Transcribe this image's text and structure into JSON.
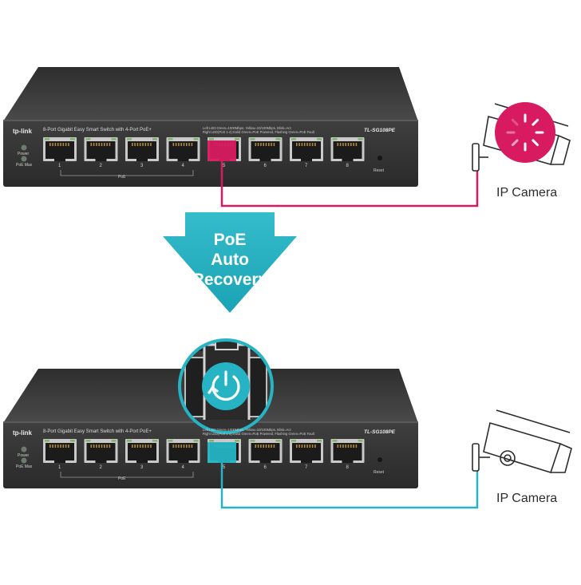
{
  "colors": {
    "accent_magenta": "#d81b60",
    "accent_teal": "#26b4c4",
    "switch_body": "#3b3b3b"
  },
  "arrow": {
    "line1": "PoE",
    "line2": "Auto",
    "line3": "Recovery"
  },
  "switch_top": {
    "brand": "tp-link",
    "title": "8-Port Gigabit Easy Smart Switch with 4-Port PoE+",
    "model": "TL-SG108PE",
    "led_power": "Power",
    "led_poe_max": "PoE Max",
    "legend_1": "Left LED:Green=1000Mbps, Yellow=10/100Mbps, Blink=Act",
    "legend_2": "Right LED(Port 1-4):Solid Green=PoE Powered, Flashing Green=PoE Fault",
    "reset": "Reset",
    "poe_group": "PoE",
    "ports": [
      "1",
      "2",
      "3",
      "4",
      "5",
      "6",
      "7",
      "8"
    ]
  },
  "switch_bottom": {
    "brand": "tp-link",
    "title": "8-Port Gigabit Easy Smart Switch with 4-Port PoE+",
    "model": "TL-SG108PE",
    "led_power": "Power",
    "led_poe_max": "PoE Max",
    "legend_1": "Left LED:Green=1000Mbps, Yellow=10/100Mbps, Blink=Act",
    "legend_2": "Right LED(Port 1-4):Solid Green=PoE Powered, Flashing Green=PoE Fault",
    "reset": "Reset",
    "poe_group": "PoE",
    "ports": [
      "1",
      "2",
      "3",
      "4",
      "5",
      "6",
      "7",
      "8"
    ]
  },
  "camera_top": {
    "label": "IP Camera",
    "icon": "ip-camera-icon",
    "status_icon": "loading-spinner-icon"
  },
  "camera_bottom": {
    "label": "IP Camera",
    "icon": "ip-camera-icon"
  },
  "zoom_icon": "power-restart-icon"
}
